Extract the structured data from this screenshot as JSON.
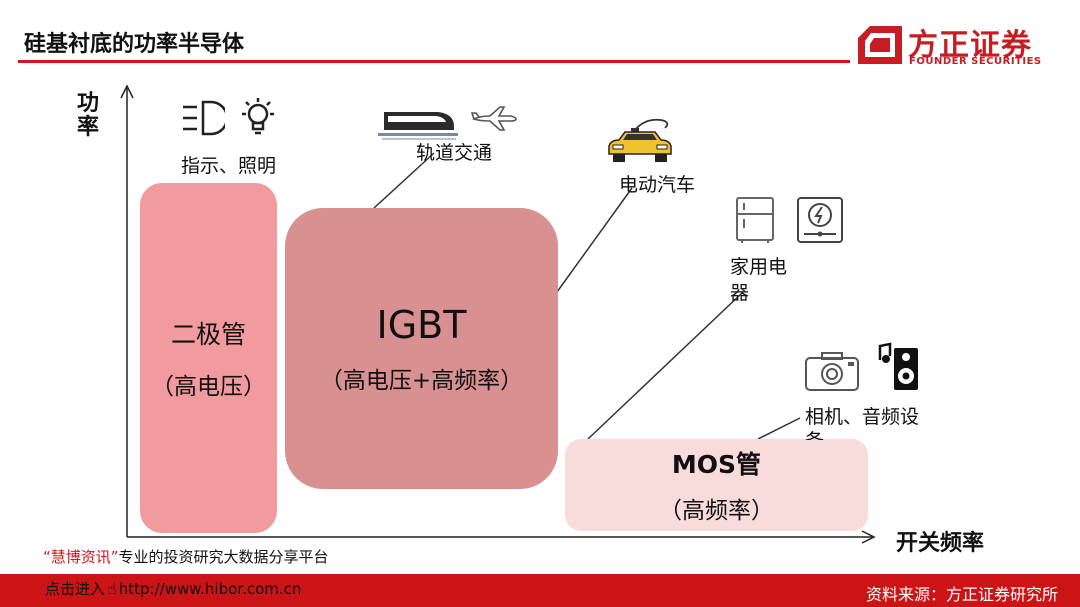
{
  "header": {
    "title": "硅基衬底的功率半导体",
    "logo_cn": "方正证券",
    "logo_en": "FOUNDER SECURITIES"
  },
  "axes": {
    "y_label": "功率",
    "x_label": "开关频率"
  },
  "boxes": {
    "diode": {
      "name": "二极管",
      "feature": "（高电压）"
    },
    "igbt": {
      "name": "IGBT",
      "feature": "（高电压+高频率）"
    },
    "mos": {
      "name": "MOS管",
      "feature": "（高频率）"
    }
  },
  "applications": {
    "lighting": "指示、照明",
    "rail": "轨道交通",
    "ev": "电动汽车",
    "appliance_line1": "家用电",
    "appliance_line2": "器",
    "camera_line1": "相机、音频设",
    "camera_line2": "备"
  },
  "watermark": {
    "brand": "“慧博资讯”",
    "slogan": "专业的投资研究大数据分享平台",
    "link_prefix": "点击进入",
    "url": "http://www.hibor.com.cn"
  },
  "footer": {
    "source": "资料来源：方正证券研究所"
  },
  "colors": {
    "brand_red": "#d7141a",
    "diode_fill": "#f29b9e",
    "igbt_fill": "#d99090",
    "mos_fill": "#f8dcdc"
  }
}
